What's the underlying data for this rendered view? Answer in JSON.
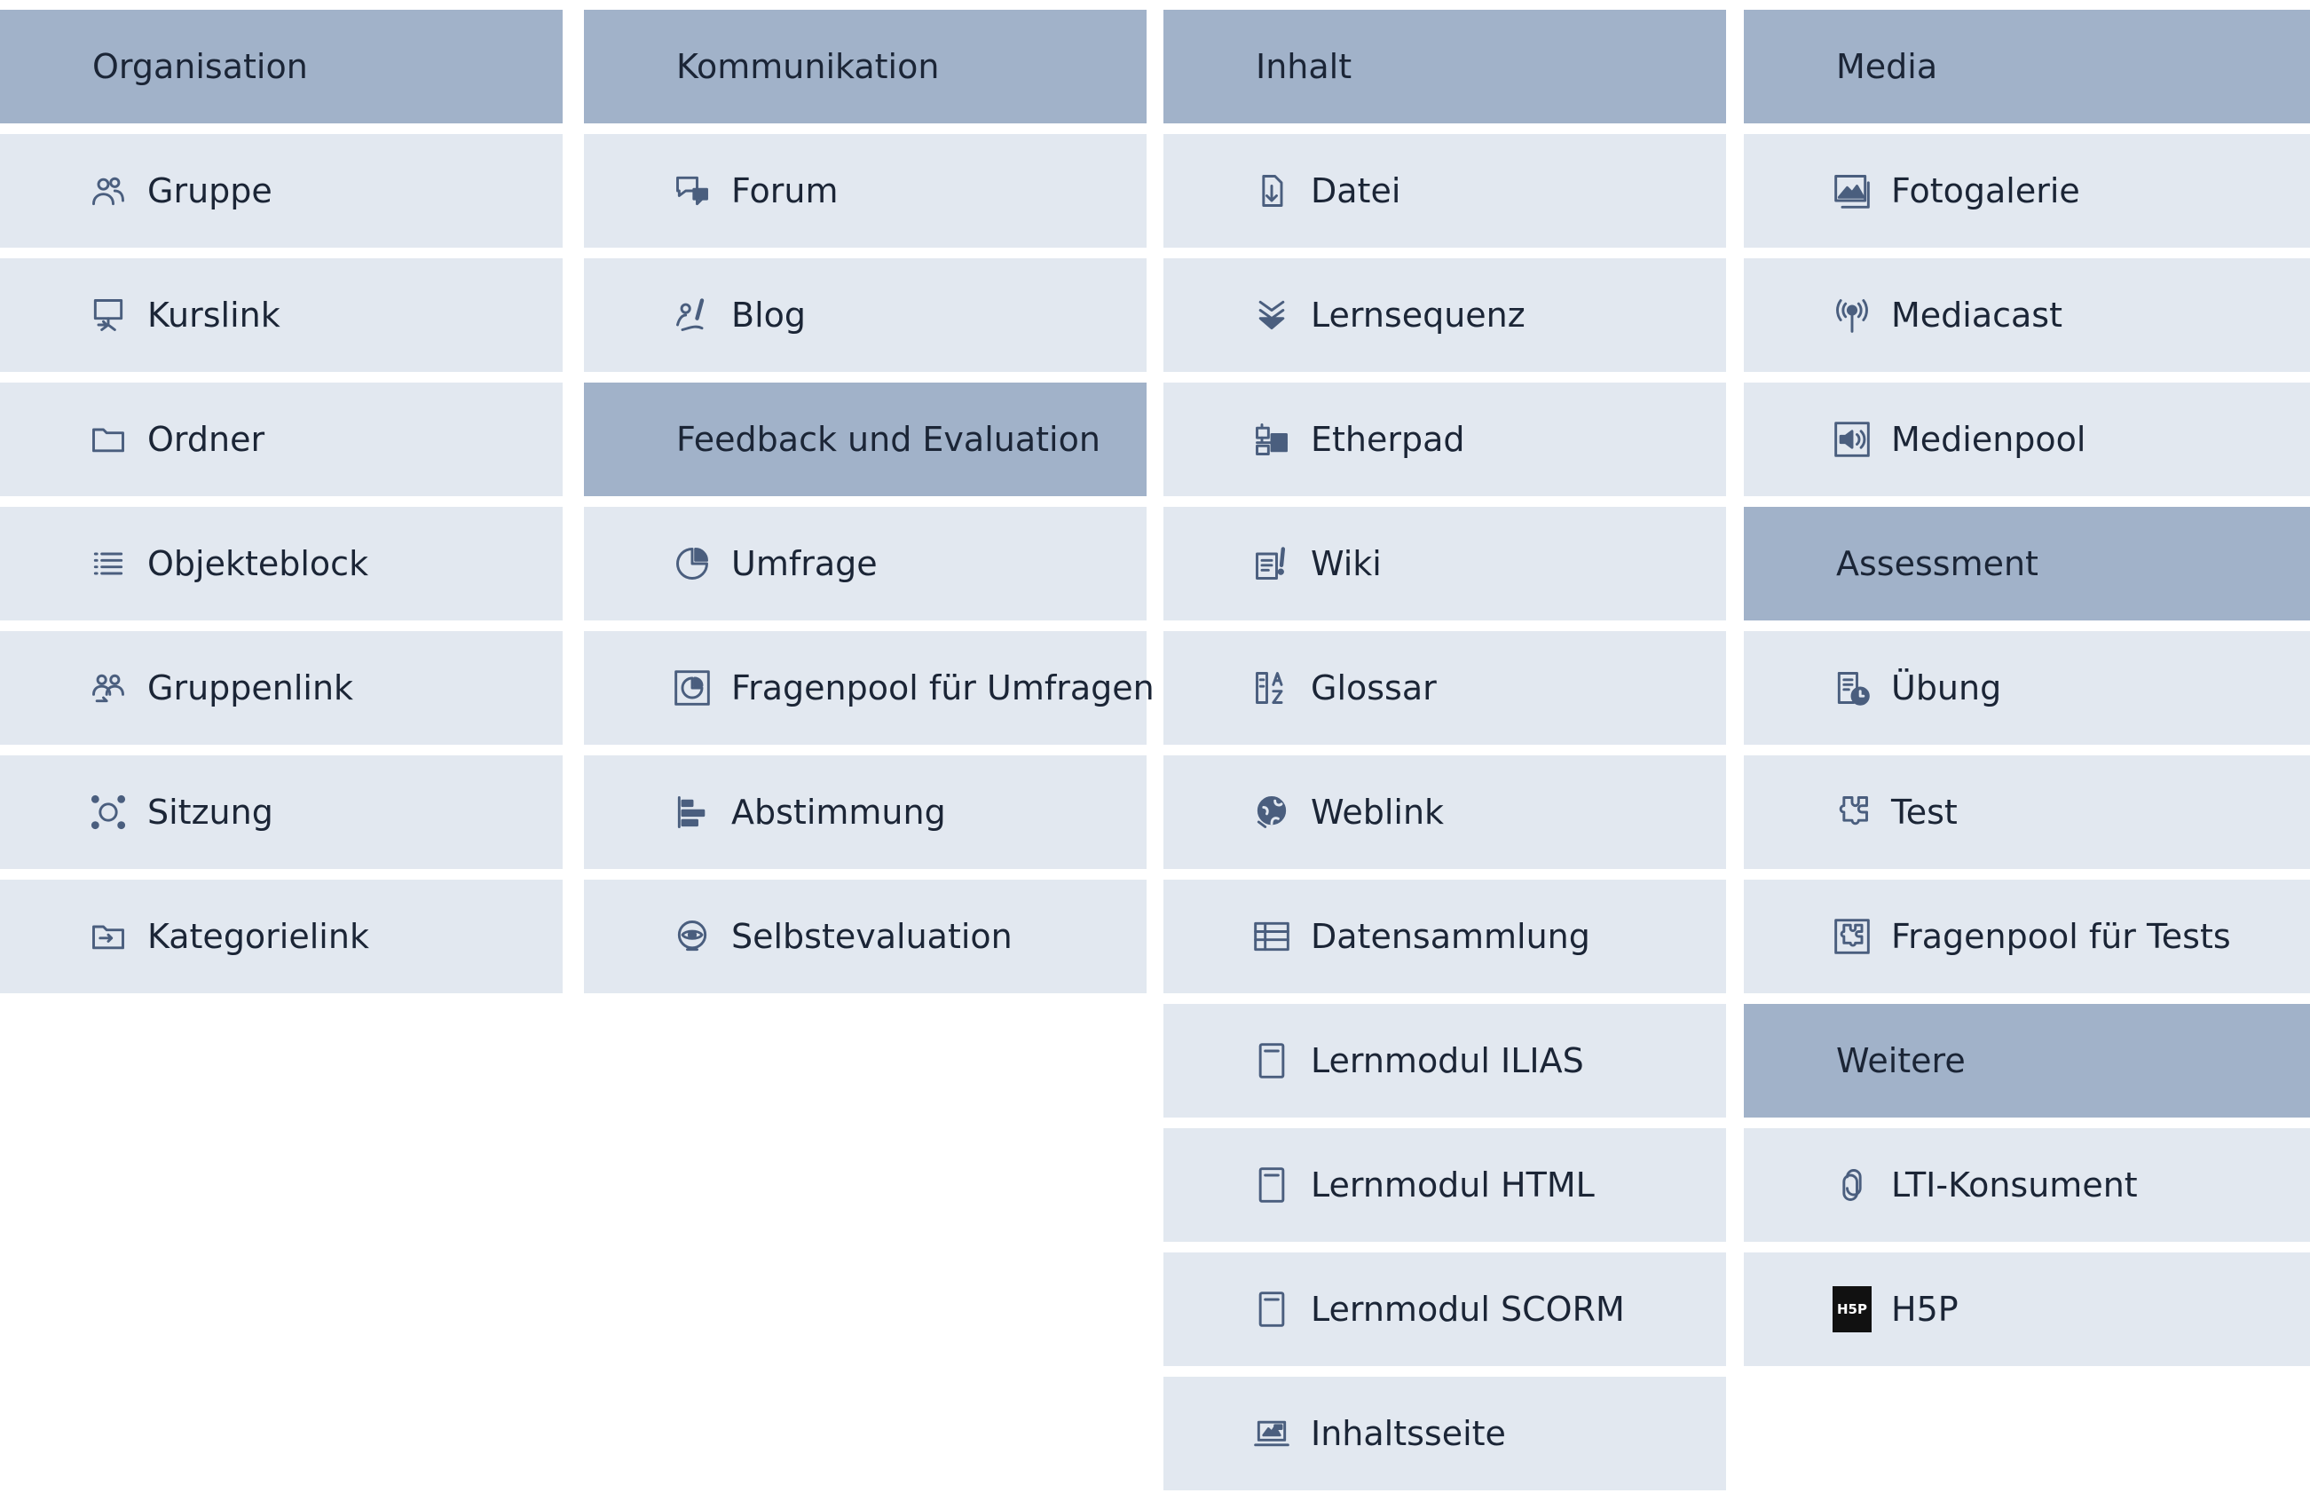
{
  "columns": [
    {
      "sections": [
        {
          "title": "Organisation",
          "items": [
            {
              "label": "Gruppe",
              "icon": "group-icon"
            },
            {
              "label": "Kurslink",
              "icon": "course-link-icon"
            },
            {
              "label": "Ordner",
              "icon": "folder-icon"
            },
            {
              "label": "Objekteblock",
              "icon": "list-icon"
            },
            {
              "label": "Gruppenlink",
              "icon": "group-link-icon"
            },
            {
              "label": "Sitzung",
              "icon": "session-icon"
            },
            {
              "label": "Kategorielink",
              "icon": "category-link-icon"
            }
          ]
        }
      ]
    },
    {
      "sections": [
        {
          "title": "Kommunikation",
          "items": [
            {
              "label": "Forum",
              "icon": "forum-icon"
            },
            {
              "label": "Blog",
              "icon": "blog-icon"
            }
          ]
        },
        {
          "title": "Feedback und Evaluation",
          "items": [
            {
              "label": "Umfrage",
              "icon": "survey-icon"
            },
            {
              "label": "Fragenpool für Umfragen",
              "icon": "survey-pool-icon"
            },
            {
              "label": "Abstimmung",
              "icon": "poll-icon"
            },
            {
              "label": "Selbstevaluation",
              "icon": "self-evaluation-icon"
            }
          ]
        }
      ]
    },
    {
      "sections": [
        {
          "title": "Inhalt",
          "items": [
            {
              "label": "Datei",
              "icon": "file-icon"
            },
            {
              "label": "Lernsequenz",
              "icon": "learning-sequence-icon"
            },
            {
              "label": "Etherpad",
              "icon": "etherpad-icon"
            },
            {
              "label": "Wiki",
              "icon": "wiki-icon"
            },
            {
              "label": "Glossar",
              "icon": "glossary-icon"
            },
            {
              "label": "Weblink",
              "icon": "weblink-icon"
            },
            {
              "label": "Datensammlung",
              "icon": "data-collection-icon"
            },
            {
              "label": "Lernmodul ILIAS",
              "icon": "learning-module-icon"
            },
            {
              "label": "Lernmodul HTML",
              "icon": "learning-module-icon"
            },
            {
              "label": "Lernmodul SCORM",
              "icon": "learning-module-icon"
            },
            {
              "label": "Inhaltsseite",
              "icon": "content-page-icon"
            }
          ]
        }
      ]
    },
    {
      "sections": [
        {
          "title": "Media",
          "items": [
            {
              "label": "Fotogalerie",
              "icon": "photo-gallery-icon"
            },
            {
              "label": "Mediacast",
              "icon": "mediacast-icon"
            },
            {
              "label": "Medienpool",
              "icon": "media-pool-icon"
            }
          ]
        },
        {
          "title": "Assessment",
          "items": [
            {
              "label": "Übung",
              "icon": "exercise-icon"
            },
            {
              "label": "Test",
              "icon": "test-icon"
            },
            {
              "label": "Fragenpool für Tests",
              "icon": "test-pool-icon"
            }
          ]
        },
        {
          "title": "Weitere",
          "items": [
            {
              "label": "LTI-Konsument",
              "icon": "lti-icon"
            },
            {
              "label": "H5P",
              "icon": "h5p-icon",
              "badge": "H5P"
            }
          ]
        }
      ]
    }
  ],
  "colors": {
    "header_bg": "#a1b2c9",
    "item_bg": "#e2e8f0",
    "icon": "#4a5e7e",
    "text": "#1b2536"
  }
}
